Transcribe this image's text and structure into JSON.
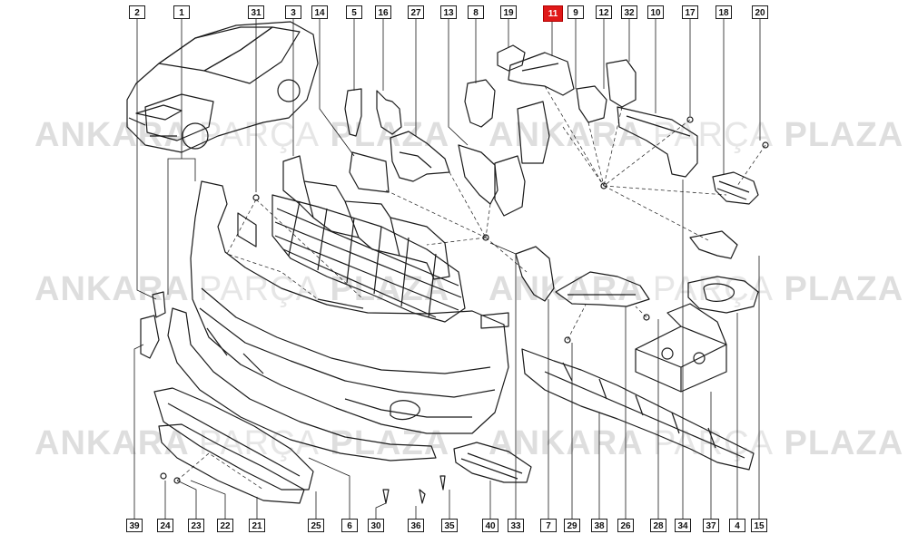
{
  "watermark": {
    "part1": "ANKARA",
    "part2": "PARÇA",
    "part3": "PLAZA"
  },
  "callouts_top": [
    "2",
    "1",
    "31",
    "3",
    "14",
    "5",
    "16",
    "27",
    "13",
    "8",
    "19",
    "11",
    "9",
    "12",
    "32",
    "10",
    "17",
    "18",
    "20"
  ],
  "callouts_bottom": [
    "39",
    "24",
    "23",
    "22",
    "21",
    "25",
    "6",
    "30",
    "36",
    "35",
    "40",
    "33",
    "7",
    "29",
    "38",
    "26",
    "28",
    "34",
    "37",
    "4",
    "15"
  ],
  "highlighted": "11",
  "colors": {
    "highlight": "#e01919",
    "line": "#1a1a1a",
    "watermark": "#dedede"
  }
}
